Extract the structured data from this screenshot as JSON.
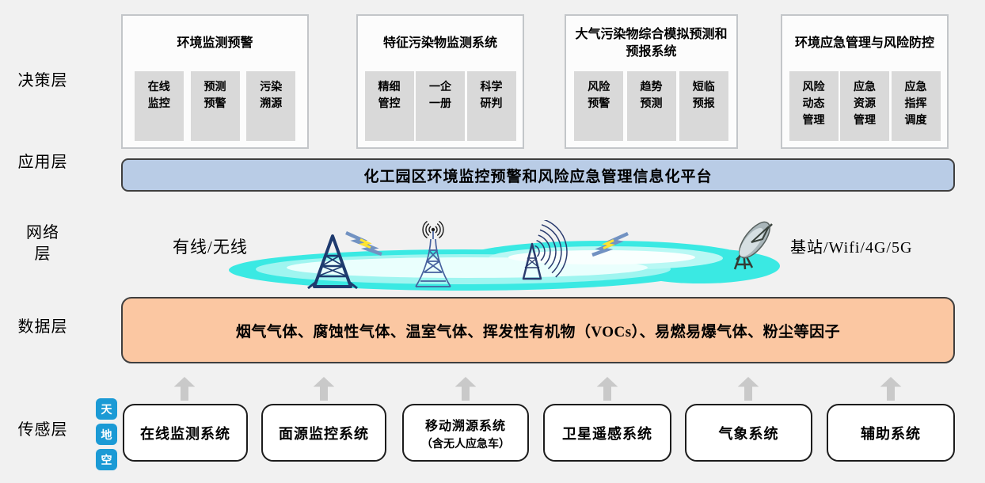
{
  "layer_labels": {
    "decision": "决策层",
    "application": "应用层",
    "network": "网络\n层",
    "data": "数据层",
    "sensing": "传感层"
  },
  "decision_layer": {
    "groups": [
      {
        "title": "环境监测预警",
        "items": [
          "在线\n监控",
          "预测\n预警",
          "污染\n溯源"
        ]
      },
      {
        "title": "特征污染物监测系统",
        "items": [
          "精细\n管控",
          "一企\n一册",
          "科学\n研判"
        ]
      },
      {
        "title": "大气污染物综合模拟预测和预报系统",
        "items": [
          "风险\n预警",
          "趋势\n预测",
          "短临\n预报"
        ]
      },
      {
        "title": "环境应急管理与风险防控",
        "items": [
          "风险\n动态\n管理",
          "应急\n资源\n管理",
          "应急\n指挥\n调度"
        ]
      }
    ]
  },
  "application_layer": {
    "platform_title": "化工园区环境监控预警和风险应急管理信息化平台"
  },
  "network_layer": {
    "left_label": "有线/无线",
    "right_label": "基站/Wifi/4G/5G",
    "icons": [
      "lattice-tower",
      "lightning-bolt",
      "antenna-tower",
      "signal-tower",
      "lightning-bolt",
      "satellite-dish",
      "cloud"
    ]
  },
  "data_layer": {
    "text": "烟气气体、腐蚀性气体、温室气体、挥发性有机物（VOCs）、易燃易爆气体、粉尘等因子"
  },
  "sensing_layer": {
    "badges": [
      "天",
      "地",
      "空"
    ],
    "systems": [
      {
        "label": "在线监测系统",
        "sublabel": ""
      },
      {
        "label": "面源监控系统",
        "sublabel": ""
      },
      {
        "label": "移动溯源系统",
        "sublabel": "（含无人应急车）"
      },
      {
        "label": "卫星遥感系统",
        "sublabel": ""
      },
      {
        "label": "气象系统",
        "sublabel": ""
      },
      {
        "label": "辅助系统",
        "sublabel": ""
      }
    ]
  },
  "colors": {
    "application_bar": "#b9cce6",
    "data_bar": "#fbc7a2",
    "badge_blue": "#1b9ad5",
    "subbox_gray": "#d9d9d9",
    "cloud_aqua": "#3ae9e3",
    "arrow_gray": "#c9c9c9",
    "background": "#f1f1f1"
  }
}
